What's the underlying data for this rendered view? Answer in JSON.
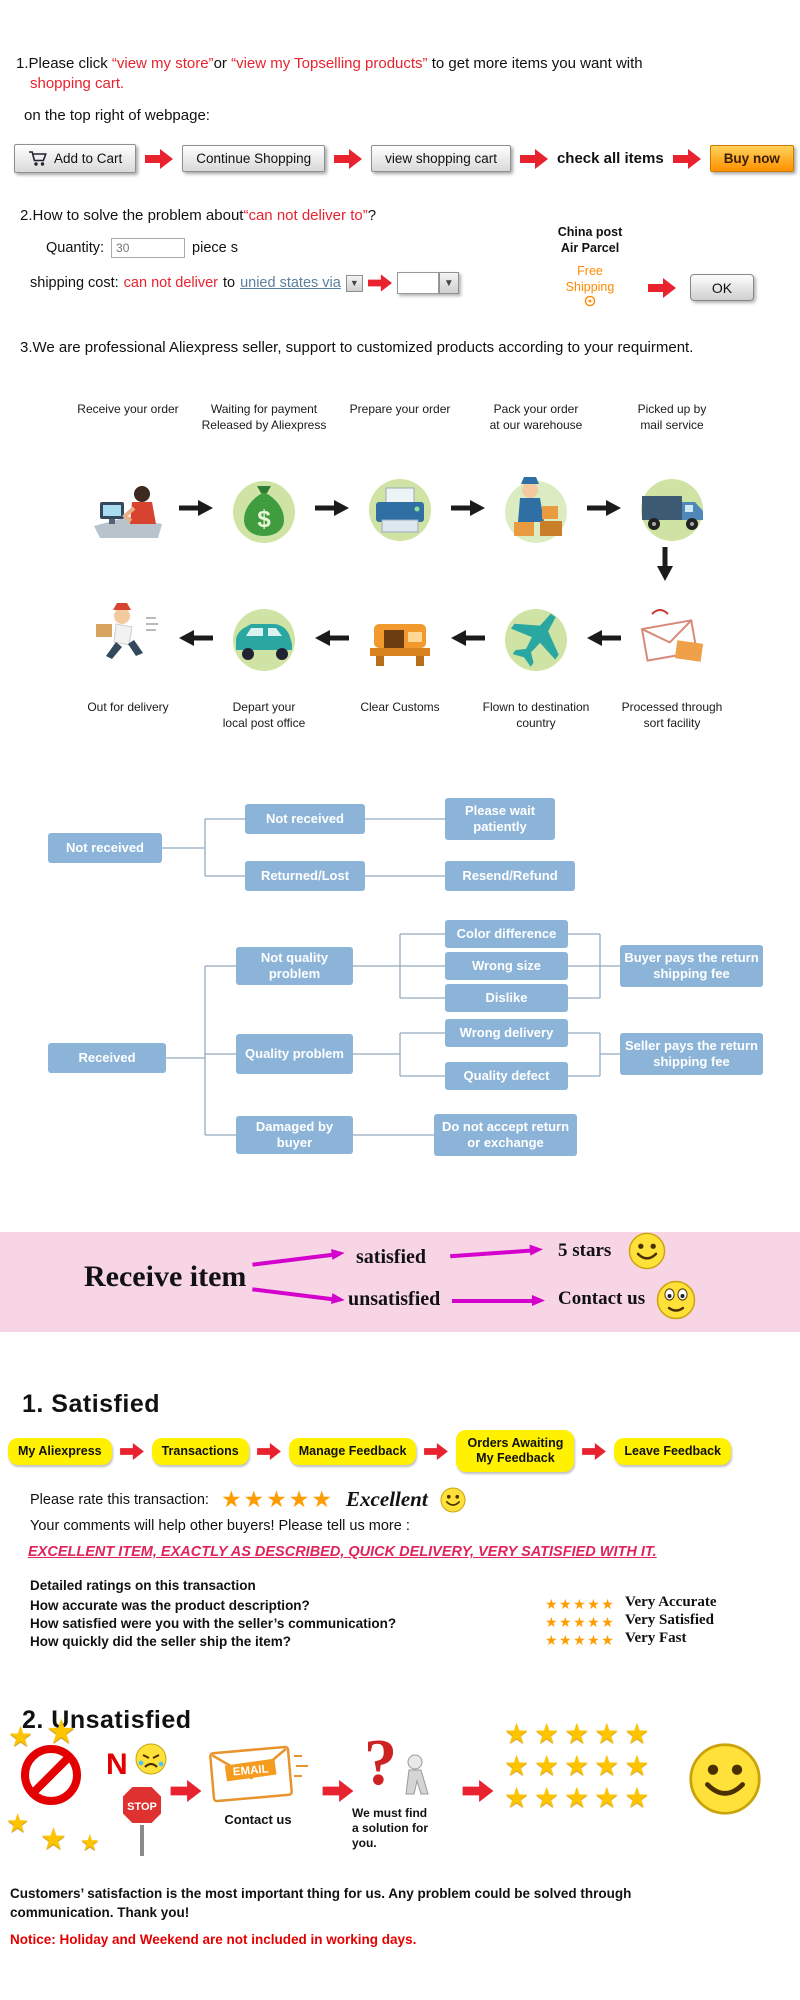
{
  "colors": {
    "accent_red": "#e8232f",
    "flow_box_blue": "#8cb4d8",
    "pink_band": "#f8d5e5",
    "step_button_yellow": "#fff100",
    "star_orange": "#ff9d00",
    "star_yellow": "#ffc400",
    "magenta_arrow": "#d400cc",
    "buy_now_orange": "#ff9000",
    "example_text_red": "#e02458"
  },
  "misc": {
    "stars5": "★★★★★",
    "star": "★",
    "caret": "▼",
    "dollar": "$",
    "qmark": "?"
  },
  "s1": {
    "l1a": "1.Please click ",
    "l1b": "“view my store”",
    "l1c": "or ",
    "l1d": "“view my Topselling products”",
    "l1e": " to get more items you want with",
    "l2": "shopping cart.",
    "l3": "on the top right of webpage:",
    "add_to_cart": "Add to Cart",
    "continue_shopping": "Continue Shopping",
    "view_cart": "view shopping cart",
    "check_all": "check all items",
    "buy_now": "Buy now"
  },
  "s2": {
    "t1": "2.How to solve the problem about",
    "t2": "“can not deliver to”",
    "t3": "?",
    "qty_label": "Quantity:",
    "qty_value": "30",
    "qty_suffix": "piece s",
    "ship1": "shipping cost:",
    "ship2": "can not deliver",
    "ship3": " to ",
    "ship_link": "unied states via",
    "china_post1": "China post",
    "china_post2": "Air Parcel",
    "free1": "Free",
    "free2": "Shipping",
    "ok": "OK"
  },
  "s3": {
    "title": "3.We are professional Aliexpress seller, support to customized products according to your requirment.",
    "top": [
      {
        "l1": "Receive your order",
        "l2": "",
        "icon": "person-computer-icon"
      },
      {
        "l1": "Waiting for payment",
        "l2": "Released by Aliexpress",
        "icon": "money-bag-icon"
      },
      {
        "l1": "Prepare your order",
        "l2": "",
        "icon": "printer-icon"
      },
      {
        "l1": "Pack your order",
        "l2": "at our warehouse",
        "icon": "worker-boxes-icon"
      },
      {
        "l1": "Picked up by",
        "l2": "mail service",
        "icon": "truck-icon"
      }
    ],
    "bottom": [
      {
        "l1": "Out for delivery",
        "l2": "",
        "icon": "courier-icon"
      },
      {
        "l1": "Depart your",
        "l2": "local post office",
        "icon": "van-icon"
      },
      {
        "l1": "Clear Customs",
        "l2": "",
        "icon": "customs-icon"
      },
      {
        "l1": "Flown to destination",
        "l2": "country",
        "icon": "airplane-icon"
      },
      {
        "l1": "Processed through",
        "l2": "sort facility",
        "icon": "envelopes-icon"
      }
    ]
  },
  "flow": {
    "not_received_left": "Not received",
    "not_received_mid": "Not received",
    "returned_lost": "Returned/Lost",
    "please_wait": "Please wait patiently",
    "resend_refund": "Resend/Refund",
    "received": "Received",
    "not_quality": "Not quality problem",
    "quality": "Quality problem",
    "damaged": "Damaged by buyer",
    "color_diff": "Color difference",
    "wrong_size": "Wrong size",
    "dislike": "Dislike",
    "wrong_delivery": "Wrong delivery",
    "quality_defect": "Quality defect",
    "buyer_pays": "Buyer pays the return shipping fee",
    "seller_pays": "Seller pays the return shipping fee",
    "no_return": "Do not accept return or exchange"
  },
  "receive": {
    "title": "Receive item",
    "satisfied": "satisfied",
    "unsatisfied": "unsatisfied",
    "five_stars": "5 stars",
    "contact_us": "Contact us"
  },
  "sat": {
    "heading": "1. Satisfied",
    "steps": [
      "My Aliexpress",
      "Transactions",
      "Manage Feedback",
      "Orders Awaiting My Feedback",
      "Leave Feedback"
    ],
    "rate_label": "Please rate this transaction:",
    "excellent": "Excellent",
    "comments": "Your comments will help other buyers! Please tell us more :",
    "example": "EXCELLENT ITEM, EXACTLY AS DESCRIBED, QUICK DELIVERY, VERY SATISFIED WITH IT.",
    "detailed": "Detailed ratings on this transaction",
    "rows": [
      {
        "q": "How accurate was the product description?",
        "a": "Very Accurate"
      },
      {
        "q": "How satisfied were you with the seller’s communication?",
        "a": "Very Satisfied"
      },
      {
        "q": "How quickly did the seller ship the item?",
        "a": "Very Fast"
      }
    ]
  },
  "unsat": {
    "heading": "2. Unsatisfied",
    "n": "N",
    "stop": "STOP",
    "email": "EMAIL",
    "contact_us": "Contact us",
    "solution1": "We must find",
    "solution2": "a solution for",
    "solution3": "you."
  },
  "footer": {
    "line1": "Customers’ satisfaction is the most important thing for us. Any problem could be solved through",
    "line2": "communication. Thank you!",
    "notice": "Notice: Holiday and Weekend are not included in working days."
  }
}
